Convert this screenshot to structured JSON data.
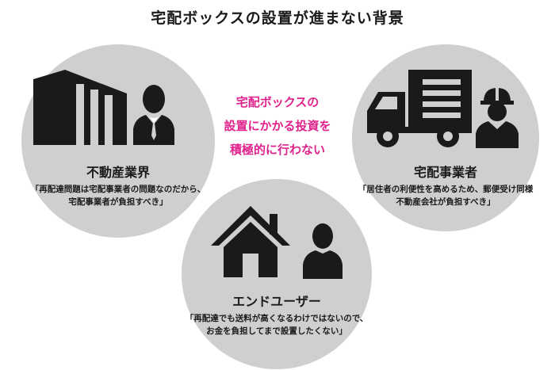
{
  "title": "宅配ボックスの設置が進まない背景",
  "center_message": {
    "lines": [
      "宅配ボックスの",
      "設置にかかる投資を",
      "積極的に行わない"
    ],
    "color": "#e0238c"
  },
  "actors": {
    "real_estate": {
      "label": "不動産業界",
      "quote_line1": "「再配達問題は宅配事業者の問題なのだから、",
      "quote_line2": "宅配事業者が負担すべき」"
    },
    "delivery": {
      "label": "宅配事業者",
      "quote_line1": "「居住者の利便性を高めるため、郵便受け同様",
      "quote_line2": "不動産会社が負担すべき」"
    },
    "end_user": {
      "label": "エンドユーザー",
      "quote_line1": "「再配達でも送料が高くなるわけではないので、",
      "quote_line2": "お金を負担してまで設置したくない」"
    }
  },
  "icons": [
    "building-icon",
    "businessman-icon",
    "truck-icon",
    "worker-icon",
    "house-icon",
    "person-icon"
  ],
  "colors": {
    "circle": "#cfcfcf",
    "icon": "#1a1a1a",
    "accent": "#e0238c"
  }
}
